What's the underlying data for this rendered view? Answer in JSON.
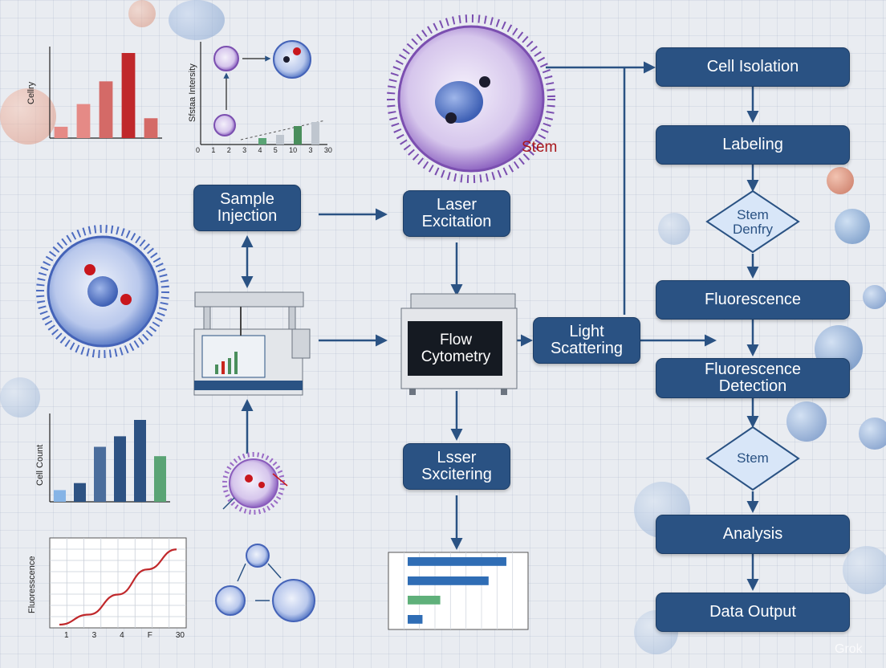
{
  "boxes": {
    "cell_isolation": "Cell Isolation",
    "labeling": "Labeling",
    "fluorescence": "Fluorescence",
    "fluorescence_detection": "Fluorescence Detection",
    "analysis": "Analysis",
    "data_output": "Data Output",
    "sample_injection": "Sample Injection",
    "laser_excitation": "Laser Excitation",
    "flow_cytometry": "Flow Cytometry",
    "light_scattering": "Light Scattering",
    "laser_scattering": "Lsser Sxcitering"
  },
  "decisions": {
    "stem_density": "Stem Denfry",
    "stem": "Stem"
  },
  "stem_label": "Stem",
  "watermark": "Grok",
  "chart_labels": {
    "top_left_ylabel": "Cellry",
    "top_mid_ylabel": "Sfstaa Intersity",
    "top_mid_xticks": [
      "0",
      "1",
      "2",
      "3",
      "4",
      "5",
      "10",
      "3",
      "30"
    ],
    "cell_count_ylabel": "Cell Count",
    "fluorescence_ylabel": "Fluoresscence",
    "fluorescence_xticks": [
      "1",
      "3",
      "4",
      "F",
      "30"
    ]
  },
  "chart_data": [
    {
      "type": "bar",
      "ylabel": "Cellry",
      "series": [
        {
          "values": [
            2,
            6,
            10,
            15,
            3.5
          ]
        }
      ],
      "colors": [
        "#e58a86",
        "#e58a86",
        "#d46a67",
        "#c0282b",
        "#d46a67"
      ]
    },
    {
      "type": "bar",
      "ylabel": "Cell Count",
      "series": [
        {
          "values": [
            1,
            1.6,
            4.7,
            5.6,
            7,
            3.9
          ]
        }
      ],
      "colors": [
        "#86b4e6",
        "#2d5283",
        "#4a6d9c",
        "#2d5283",
        "#2d5283",
        "#5aa475"
      ]
    },
    {
      "type": "line",
      "ylabel": "Fluoresscence",
      "x_ticks": [
        "1",
        "3",
        "4",
        "F",
        "30"
      ],
      "series": [
        {
          "values": [
            0,
            4,
            12,
            22,
            30
          ]
        }
      ]
    },
    {
      "type": "bar",
      "orientation": "horizontal",
      "series": [
        {
          "values": [
            10,
            8.2,
            3.3,
            1.5
          ]
        }
      ],
      "colors": [
        "#2f6db5",
        "#2f6db5",
        "#5fb07a",
        "#2f6db5"
      ]
    }
  ]
}
